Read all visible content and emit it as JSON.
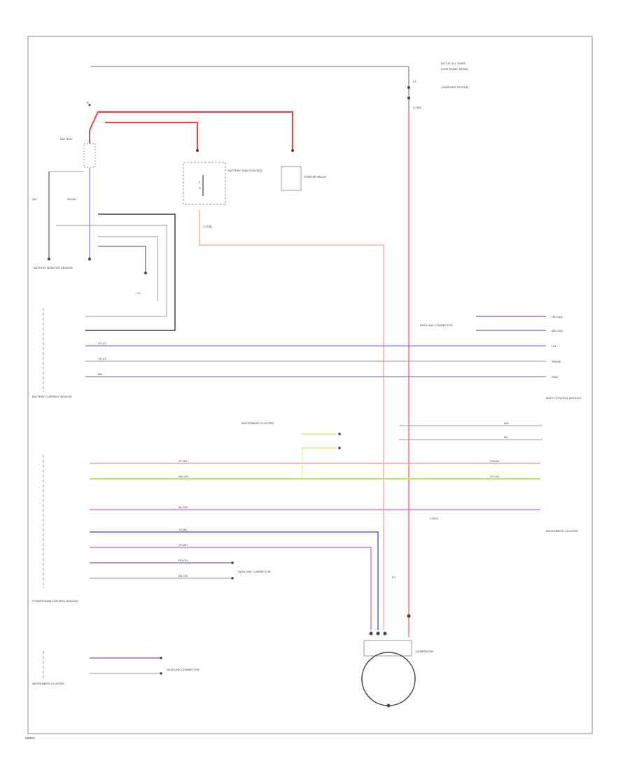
{
  "colors": {
    "red": "#ff3b3b",
    "violet": "#c9a4f0",
    "blue": "#5a5ae6",
    "lime": "#b7f03c",
    "magenta": "#e070e0",
    "pink": "#ff9a9a",
    "black": "#444444",
    "gray": "#999999"
  },
  "labels": {
    "battery": "BATTERY",
    "b_plus_top": "B",
    "starter_relay": "STARTER RELAY",
    "fuse_box": "BATTERY JUNCTION BOX",
    "fuse_num": "F",
    "fuse_amp": "A",
    "hot_at_all_times": "HOT AT ALL TIMES",
    "fuse_panel_ref": "FUSE PANEL DETAIL",
    "charging_system": "CHARGING SYSTEM",
    "bjb_left": "BATTERY CURRENT SENSOR",
    "battery_monitor_sensor": "BATTERY MONITOR SENSOR",
    "body_control_module": "BODY CONTROL MODULE",
    "pcm": "POWERTRAIN CONTROL MODULE",
    "instrument_cluster": "INSTRUMENT CLUSTER",
    "generator": "GENERATOR",
    "data_link": "DATA LINK CONNECTOR",
    "fuse_f1": "F1",
    "fuse_f2": "F2",
    "gn": "GN",
    "gn_bu": "GN-BU",
    "c1": "C1",
    "c175b": "C175B",
    "c1381": "C1381",
    "c1551": "C1551",
    "lin": "LIN",
    "sense": "SENSE",
    "gnd": "GND",
    "hs_can": "HS-CAN",
    "ms_can": "MS-CAN",
    "gy_vt": "GY-VT",
    "ye_vt": "YE-VT",
    "bn": "BN",
    "vt_gn": "VT-GN",
    "wh_gn": "WH-GN",
    "bu_og": "BU-OG",
    "ye_bu": "YE-BU",
    "vt_wh": "VT-WH",
    "rd_og": "RD-OG",
    "bk_og": "BK-OG",
    "wh_bu": "WH-BU",
    "gy_og": "GY-OG",
    "wh": "WH",
    "bu": "BU",
    "footer": "W0021"
  }
}
